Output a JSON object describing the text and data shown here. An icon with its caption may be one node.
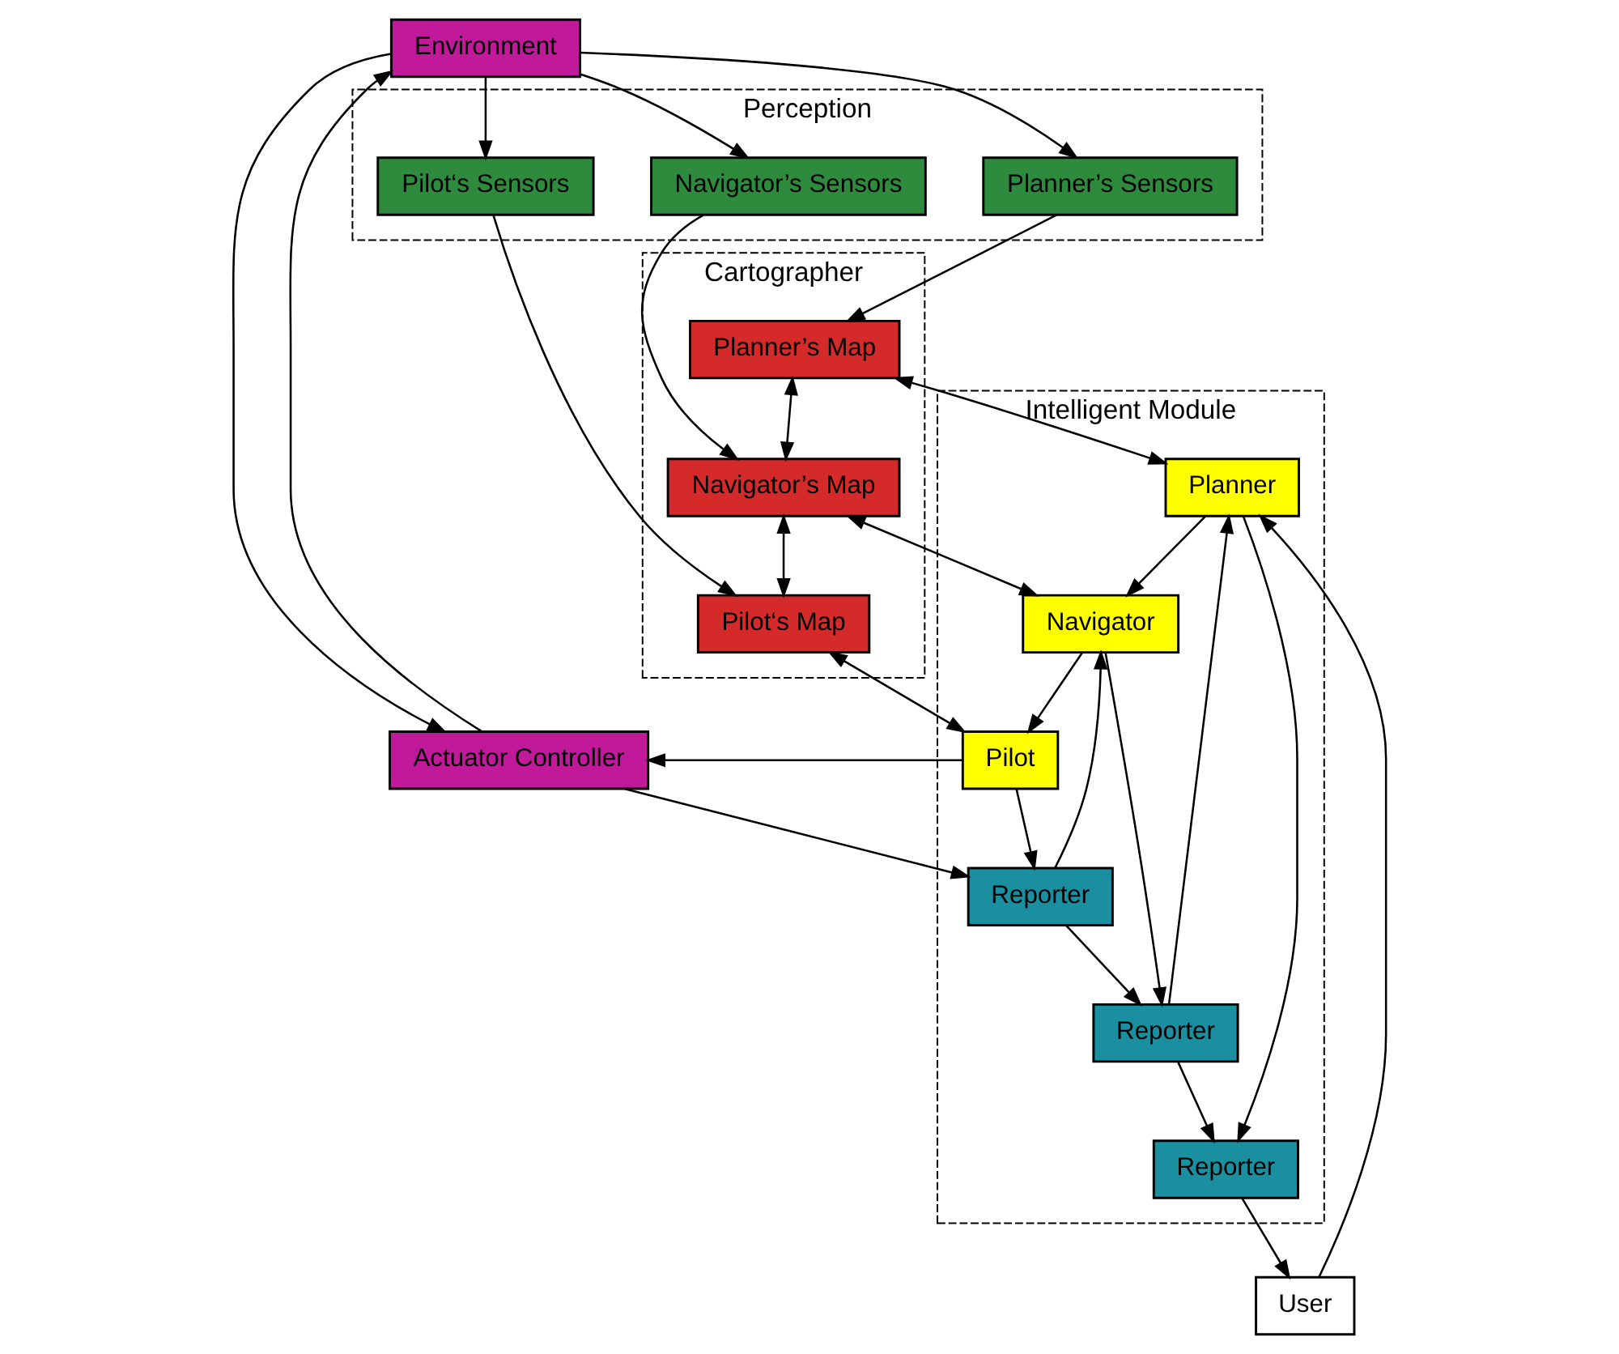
{
  "diagram": {
    "nodes": [
      {
        "text": [
          "User"
        ]
      },
      {
        "text": [
          "Perception"
        ]
      },
      {
        "text": [
          "Planner’s Sensors"
        ],
        "in": 1
      },
      {
        "text": [
          "Navigator’s Sensors"
        ],
        "in": 1
      },
      {
        "text": [
          "Pilot‘s Sensors"
        ],
        "in": 1
      },
      {
        "text": [
          "Cartographer"
        ]
      },
      {
        "text": [
          "Planner’s Map"
        ],
        "in": 5
      },
      {
        "text": [
          "Navigator’s Map"
        ],
        "in": 5
      },
      {
        "text": [
          "Pilot‘s Map"
        ],
        "in": 5
      },
      {
        "text": [
          "Intelligent Module"
        ]
      },
      {
        "text": [
          "Planner"
        ],
        "in": 9
      },
      {
        "text": [
          "Reporter"
        ],
        "in": 9
      },
      {
        "text": [
          "Navigator"
        ],
        "in": 9
      },
      {
        "text": [
          "Reporter"
        ],
        "in": 9
      },
      {
        "text": [
          "Pilot"
        ],
        "in": 9
      },
      {
        "text": [
          "Reporter"
        ],
        "in": 9
      },
      {
        "text": [
          "Actuator Controller"
        ]
      },
      {
        "text": [
          "Environment"
        ]
      }
    ],
    "edges": [
      {
        "from": 0,
        "to": 10,
        "arrow": "to"
      },
      {
        "from": 11,
        "to": 0,
        "arrow": "to"
      },
      {
        "from": 2,
        "to": 6,
        "arrow": "to"
      },
      {
        "from": 3,
        "to": 7,
        "arrow": "to"
      },
      {
        "from": 4,
        "to": 8,
        "arrow": "to"
      },
      {
        "from": 6,
        "to": 7,
        "arrow": "both"
      },
      {
        "from": 7,
        "to": 8,
        "arrow": "both"
      },
      {
        "from": 6,
        "to": 10,
        "arrow": "both"
      },
      {
        "from": 7,
        "to": 12,
        "arrow": "both"
      },
      {
        "from": 8,
        "to": 14,
        "arrow": "both"
      },
      {
        "from": 10,
        "to": 11,
        "arrow": "to"
      },
      {
        "from": 12,
        "to": 13,
        "arrow": "to"
      },
      {
        "from": 14,
        "to": 15,
        "arrow": "to"
      },
      {
        "from": 10,
        "to": 12,
        "arrow": "to"
      },
      {
        "from": 12,
        "to": 14,
        "arrow": "to"
      },
      {
        "from": 13,
        "to": 10,
        "arrow": "to"
      },
      {
        "from": 15,
        "to": 12,
        "arrow": "to"
      },
      {
        "from": 13,
        "to": 11,
        "arrow": "to"
      },
      {
        "from": 15,
        "to": 13,
        "arrow": "to"
      },
      {
        "from": 14,
        "to": 16,
        "arrow": "to"
      },
      {
        "from": 16,
        "to": 17,
        "arrow": "to"
      },
      {
        "from": 16,
        "to": 15,
        "arrow": "to"
      },
      {
        "from": 17,
        "to": 16,
        "arrow": "to"
      },
      {
        "from": 17,
        "to": 2,
        "arrow": "to"
      },
      {
        "from": 17,
        "to": 3,
        "arrow": "to"
      },
      {
        "from": 17,
        "to": 4,
        "arrow": "to"
      }
    ]
  }
}
